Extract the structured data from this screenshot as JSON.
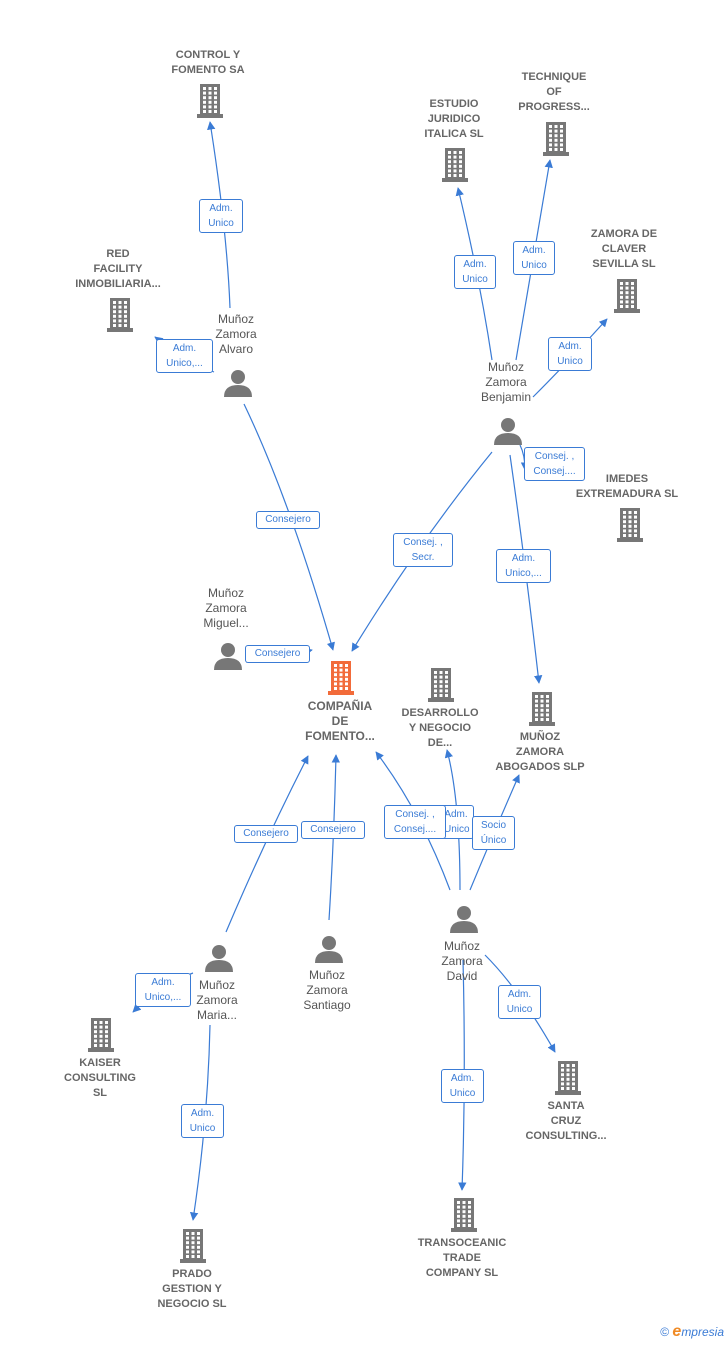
{
  "colors": {
    "edge": "#3a7bd5",
    "node": "#777777",
    "focus": "#f26b3a"
  },
  "nodes": [
    {
      "id": "focus",
      "type": "company",
      "focus": true,
      "label": "COMPAÑIA\nDE\nFOMENTO..."
    },
    {
      "id": "control",
      "type": "company",
      "label": "CONTROL Y\nFOMENTO SA"
    },
    {
      "id": "red",
      "type": "company",
      "label": "RED\nFACILITY\nINMOBILIARIA..."
    },
    {
      "id": "estudio",
      "type": "company",
      "label": "ESTUDIO\nJURIDICO\nITALICA SL"
    },
    {
      "id": "technique",
      "type": "company",
      "label": "TECHNIQUE\nOF\nPROGRESS..."
    },
    {
      "id": "zamora",
      "type": "company",
      "label": "ZAMORA DE\nCLAVER\nSEVILLA SL"
    },
    {
      "id": "imedes",
      "type": "company",
      "label": "IMEDES\nEXTREMADURA SL"
    },
    {
      "id": "desarrollo",
      "type": "company",
      "label": "DESARROLLO\nY NEGOCIO\nDE..."
    },
    {
      "id": "munoz_abog",
      "type": "company",
      "label": "MUÑOZ\nZAMORA\nABOGADOS SLP"
    },
    {
      "id": "kaiser",
      "type": "company",
      "label": "KAISER\nCONSULTING\nSL"
    },
    {
      "id": "prado",
      "type": "company",
      "label": "PRADO\nGESTION Y\nNEGOCIO  SL"
    },
    {
      "id": "santa",
      "type": "company",
      "label": "SANTA\nCRUZ\nCONSULTING..."
    },
    {
      "id": "trans",
      "type": "company",
      "label": "TRANSOCEANIC\nTRADE\nCOMPANY SL"
    },
    {
      "id": "alvaro",
      "type": "person",
      "label": "Muñoz\nZamora\nAlvaro"
    },
    {
      "id": "benjamin",
      "type": "person",
      "label": "Muñoz\nZamora\nBenjamin"
    },
    {
      "id": "miguel",
      "type": "person",
      "label": "Muñoz\nZamora\nMiguel..."
    },
    {
      "id": "maria",
      "type": "person",
      "label": "Muñoz\nZamora\nMaria..."
    },
    {
      "id": "santiago",
      "type": "person",
      "label": "Muñoz\nZamora\nSantiago"
    },
    {
      "id": "david",
      "type": "person",
      "label": "Muñoz\nZamora\nDavid"
    }
  ],
  "edges": [
    {
      "from": "alvaro",
      "to": "control",
      "label": "Adm.\nUnico"
    },
    {
      "from": "alvaro",
      "to": "red",
      "label": "Adm.\nUnico,..."
    },
    {
      "from": "alvaro",
      "to": "focus",
      "label": "Consejero"
    },
    {
      "from": "benjamin",
      "to": "estudio",
      "label": "Adm.\nUnico"
    },
    {
      "from": "benjamin",
      "to": "technique",
      "label": "Adm.\nUnico"
    },
    {
      "from": "benjamin",
      "to": "zamora",
      "label": "Adm.\nUnico"
    },
    {
      "from": "benjamin",
      "to": "imedes",
      "label": "Consej. ,\nConsej...."
    },
    {
      "from": "benjamin",
      "to": "focus",
      "label": "Consej. ,\nSecr."
    },
    {
      "from": "benjamin",
      "to": "munoz_abog",
      "label": "Adm.\nUnico,..."
    },
    {
      "from": "miguel",
      "to": "focus",
      "label": "Consejero"
    },
    {
      "from": "maria",
      "to": "focus",
      "label": "Consejero"
    },
    {
      "from": "maria",
      "to": "kaiser",
      "label": "Adm.\nUnico,..."
    },
    {
      "from": "maria",
      "to": "prado",
      "label": "Adm.\nUnico"
    },
    {
      "from": "santiago",
      "to": "focus",
      "label": "Consejero"
    },
    {
      "from": "david",
      "to": "desarrollo",
      "label": "Adm.\nUnico"
    },
    {
      "from": "david",
      "to": "focus",
      "label": "Consej. ,\nConsej...."
    },
    {
      "from": "david",
      "to": "munoz_abog",
      "label": "Socio\nÚnico"
    },
    {
      "from": "david",
      "to": "santa",
      "label": "Adm.\nUnico"
    },
    {
      "from": "david",
      "to": "trans",
      "label": "Adm.\nUnico"
    }
  ],
  "brand": {
    "copyright": "©",
    "name": "mpresia",
    "initial": "e"
  }
}
